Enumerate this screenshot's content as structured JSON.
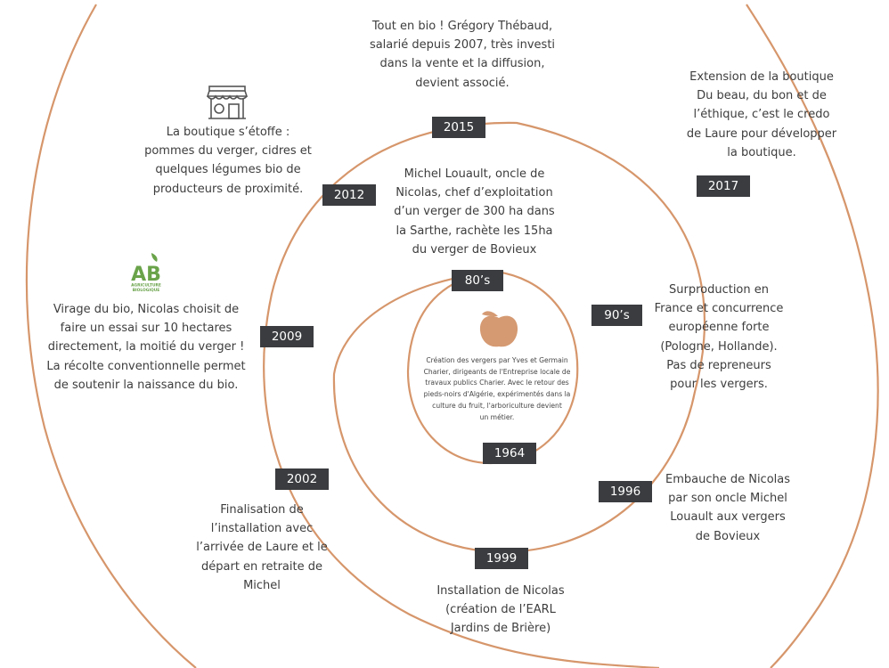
{
  "colors": {
    "spiral": "#d6966b",
    "badge": "#3a3c3f",
    "apple": "#d59a72",
    "ab_green": "#6aa34a",
    "text": "#3d3d3d"
  },
  "icons": {
    "shop": "shop-icon",
    "ab": "ab-label-icon",
    "apple": "apple-icon"
  },
  "ab_label": {
    "letters": "AB",
    "caption_line1": "AGRICULTURE",
    "caption_line2": "BIOLOGIQUE"
  },
  "milestones": [
    {
      "year": "1964",
      "text": [
        "Création des vergers par Yves et Germain",
        "Charier, dirigeants de l'Entreprise locale de",
        "travaux publics Charier. Avec le retour des",
        "pieds-noirs d'Algérie, expérimentés dans la",
        "culture du fruit, l'arboriculture devient",
        "un métier."
      ]
    },
    {
      "year": "80’s",
      "text": [
        "Michel Louault, oncle de",
        "Nicolas, chef d’exploitation",
        "d’un verger de 300 ha dans",
        "la Sarthe, rachète les 15ha",
        "du verger de Bovieux"
      ]
    },
    {
      "year": "90’s",
      "text": [
        "Surproduction en",
        "France et concurrence",
        "européenne forte",
        "(Pologne, Hollande).",
        "Pas de repreneurs",
        "pour les vergers."
      ]
    },
    {
      "year": "1996",
      "text": [
        "Embauche de Nicolas",
        "par son oncle Michel",
        "Louault aux vergers",
        "de Bovieux"
      ]
    },
    {
      "year": "1999",
      "text": [
        "Installation de Nicolas",
        "(création de l’EARL",
        "Jardins de Brière)"
      ]
    },
    {
      "year": "2002",
      "text": [
        "Finalisation de",
        "l’installation avec",
        "l’arrivée de Laure et le",
        "départ en retraite de",
        "Michel"
      ]
    },
    {
      "year": "2009",
      "text": [
        "Virage du bio, Nicolas choisit de",
        "faire un essai sur 10 hectares",
        "directement, la moitié du verger !",
        "La récolte conventionnelle permet",
        "de soutenir la naissance du bio."
      ]
    },
    {
      "year": "2012",
      "text": [
        "La boutique s’étoffe :",
        "pommes du verger, cidres et",
        "quelques légumes bio de",
        "producteurs de proximité."
      ]
    },
    {
      "year": "2015",
      "text": [
        "Tout en bio ! Grégory Thébaud,",
        "salarié depuis 2007, très investi",
        "dans la vente et la diffusion,",
        "devient associé."
      ]
    },
    {
      "year": "2017",
      "text": [
        "Extension de la boutique",
        "Du beau, du bon et de",
        "l’éthique, c’est le credo",
        "de Laure pour développer",
        "la boutique."
      ]
    }
  ]
}
